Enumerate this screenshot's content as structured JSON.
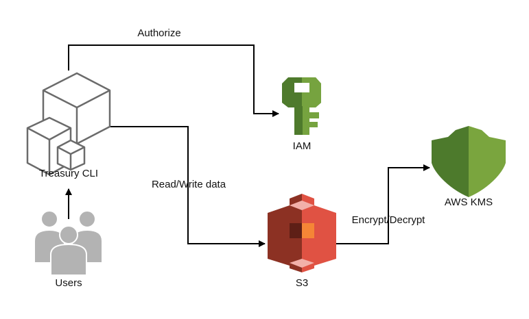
{
  "nodes": {
    "treasury_cli": {
      "label": "Treasury CLI",
      "icon": "cubes-icon"
    },
    "users": {
      "label": "Users",
      "icon": "users-icon"
    },
    "iam": {
      "label": "IAM",
      "icon": "key-icon"
    },
    "s3": {
      "label": "S3",
      "icon": "bucket-icon"
    },
    "kms": {
      "label": "AWS KMS",
      "icon": "shield-icon"
    }
  },
  "edges": {
    "authorize": {
      "label": "Authorize"
    },
    "read_write": {
      "label": "Read/Write data"
    },
    "encrypt_decrypt": {
      "label": "Encrypt/Decrypt"
    }
  },
  "colors": {
    "line": "#000000",
    "cube_stroke": "#6b6b6b",
    "users_fill": "#b3b3b3",
    "iam_dark": "#4e7a2c",
    "iam_light": "#76a33f",
    "s3_dark": "#8c3123",
    "s3_light": "#e05243",
    "kms_dark": "#4d7a2c",
    "kms_light": "#7aa53e"
  }
}
